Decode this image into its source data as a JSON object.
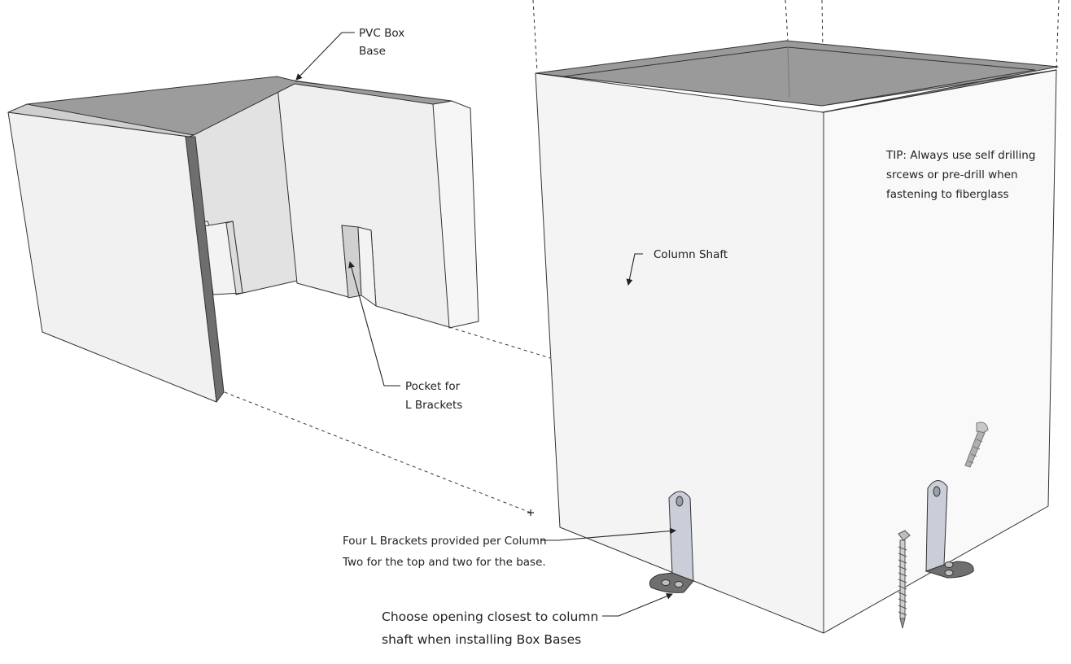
{
  "labels": {
    "pvc_box_base": [
      "PVC Box",
      "Base"
    ],
    "column_shaft": "Column Shaft",
    "tip": [
      "TIP: Always use self drilling",
      "srcews or pre-drill when",
      "fastening to fiberglass"
    ],
    "pocket": [
      "Pocket for",
      "L Brackets"
    ],
    "brackets": [
      "Four L Brackets provided per Column",
      "Two for the top and two for the base."
    ],
    "opening": [
      "Choose opening closest to column",
      "shaft  when installing Box Bases"
    ]
  }
}
